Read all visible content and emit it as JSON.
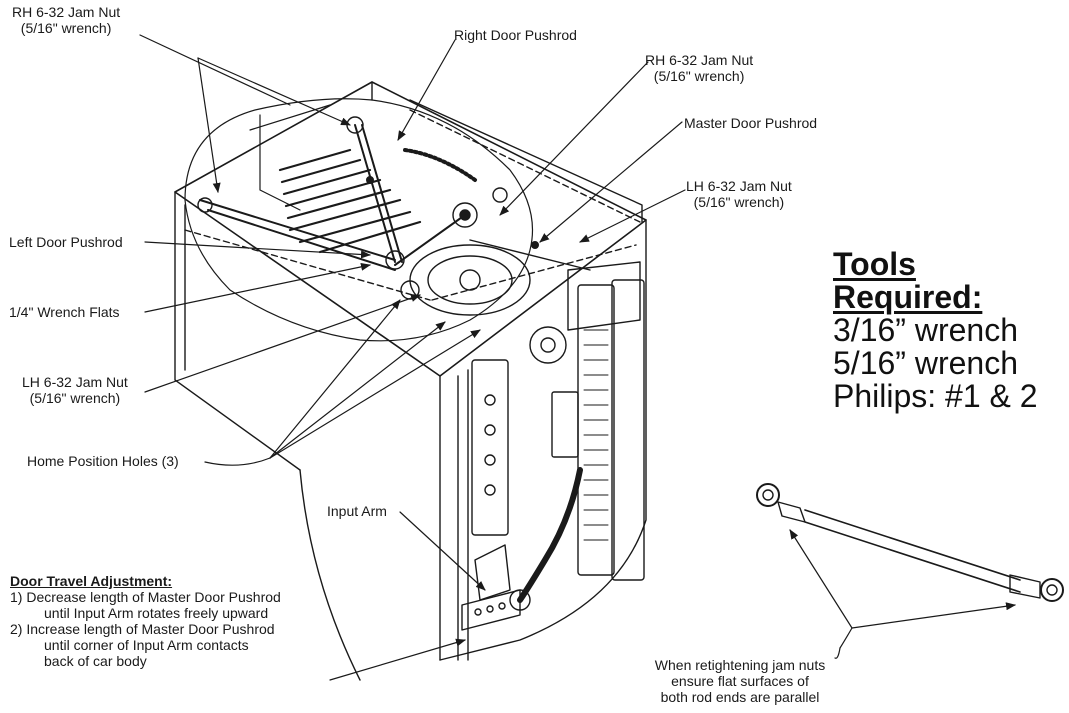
{
  "labels": {
    "rh_jam_nut_top_left": {
      "line1": "RH 6-32 Jam Nut",
      "line2": "(5/16\" wrench)"
    },
    "right_door_pushrod": "Right Door Pushrod",
    "rh_jam_nut_top_right": {
      "line1": "RH 6-32 Jam Nut",
      "line2": "(5/16\" wrench)"
    },
    "master_door_pushrod": "Master Door Pushrod",
    "lh_jam_nut_right": {
      "line1": "LH 6-32 Jam Nut",
      "line2": "(5/16\" wrench)"
    },
    "left_door_pushrod": "Left Door Pushrod",
    "wrench_flats": "1/4\" Wrench Flats",
    "lh_jam_nut_left": {
      "line1": "LH 6-32 Jam Nut",
      "line2": "(5/16\" wrench)"
    },
    "home_position_holes": "Home Position Holes (3)",
    "input_arm": "Input Arm"
  },
  "tools": {
    "heading_line1": "Tools",
    "heading_line2": "Required:",
    "items": [
      "3/16” wrench",
      "5/16” wrench",
      "Philips: #1 & 2"
    ]
  },
  "door_travel": {
    "title": "Door Travel Adjustment:",
    "step1": "1) Decrease length of Master Door Pushrod",
    "step1_cont": "until Input Arm rotates freely upward",
    "step2": "2) Increase length of Master Door Pushrod",
    "step2_cont_line1": "until corner of Input Arm contacts",
    "step2_cont_line2": "back of car body"
  },
  "note": {
    "line1": "When retightening jam nuts",
    "line2": "ensure flat surfaces of",
    "line3": "both rod ends are parallel"
  },
  "colors": {
    "ink": "#1a1a1a",
    "background": "#ffffff"
  }
}
